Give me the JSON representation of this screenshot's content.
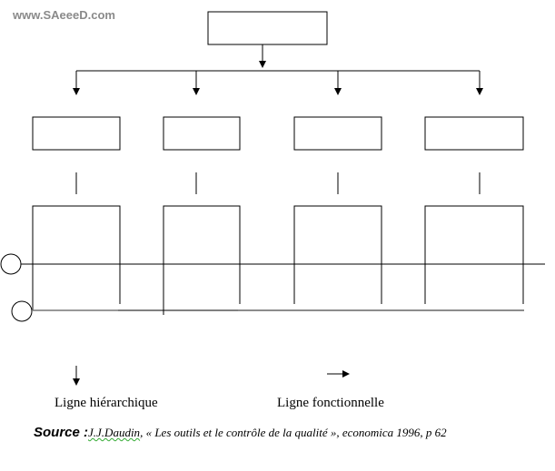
{
  "watermark": "www.SAeeeD.com",
  "legend": {
    "hierarchical": "Ligne hiérarchique",
    "functional": "Ligne fonctionnelle"
  },
  "source": {
    "label": "Source :",
    "author": "J.J.Daudin",
    "rest": ", « Les outils et le contrôle de la qualité »,  economica 1996, p 62"
  }
}
